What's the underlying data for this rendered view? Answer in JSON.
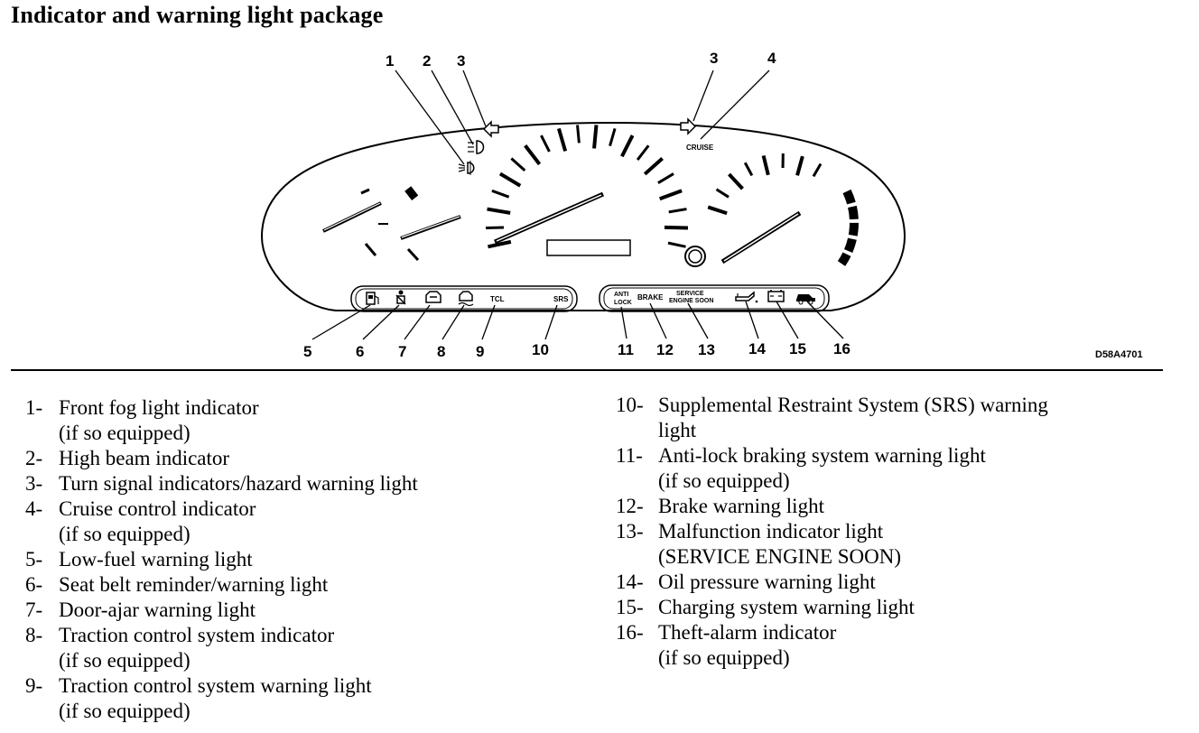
{
  "title": "Indicator and warning light package",
  "diagram": {
    "callout_numbers": [
      "1",
      "2",
      "3",
      "3",
      "4",
      "5",
      "6",
      "7",
      "8",
      "9",
      "10",
      "11",
      "12",
      "13",
      "14",
      "15",
      "16"
    ],
    "labels": {
      "cruise": "CRUISE",
      "tcl": "TCL",
      "srs": "SRS",
      "anti": "ANTI",
      "lock": "LOCK",
      "brake": "BRAKE",
      "service": "SERVICE",
      "engine_soon": "ENGINE SOON"
    },
    "figure_code": "D58A4701"
  },
  "legend": {
    "left": [
      {
        "num": "1-",
        "text": "Front fog light indicator",
        "sub": "(if so equipped)"
      },
      {
        "num": "2-",
        "text": "High beam indicator",
        "sub": ""
      },
      {
        "num": "3-",
        "text": "Turn signal indicators/hazard warning light",
        "sub": ""
      },
      {
        "num": "4-",
        "text": "Cruise control indicator",
        "sub": "(if so equipped)"
      },
      {
        "num": "5-",
        "text": "Low-fuel warning light",
        "sub": ""
      },
      {
        "num": "6-",
        "text": "Seat belt reminder/warning light",
        "sub": ""
      },
      {
        "num": "7-",
        "text": "Door-ajar warning light",
        "sub": ""
      },
      {
        "num": "8-",
        "text": "Traction control system indicator",
        "sub": "(if so equipped)"
      },
      {
        "num": "9-",
        "text": "Traction control system warning light",
        "sub": "(if so equipped)"
      }
    ],
    "right": [
      {
        "num": "10-",
        "text": "Supplemental Restraint System (SRS) warning",
        "sub": "light"
      },
      {
        "num": "11-",
        "text": "Anti-lock braking system warning light",
        "sub": "(if so equipped)"
      },
      {
        "num": "12-",
        "text": "Brake warning light",
        "sub": ""
      },
      {
        "num": "13-",
        "text": "Malfunction indicator light",
        "sub": "(SERVICE ENGINE SOON)"
      },
      {
        "num": "14-",
        "text": "Oil pressure warning light",
        "sub": ""
      },
      {
        "num": "15-",
        "text": "Charging system warning light",
        "sub": ""
      },
      {
        "num": "16-",
        "text": "Theft-alarm indicator",
        "sub": "(if so equipped)"
      }
    ]
  }
}
